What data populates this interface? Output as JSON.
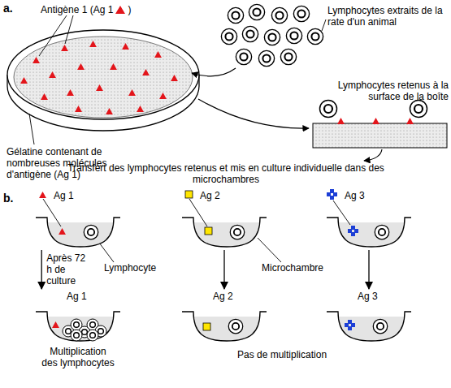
{
  "diagram": {
    "nodes": [
      {
        "text": [
          "Ag 1"
        ]
      },
      {
        "text": [
          "Ag 2"
        ]
      },
      {
        "text": [
          "Ag 3"
        ]
      },
      {
        "text": [
          "Ag 1",
          "Multiplication des lymphocytes"
        ]
      },
      {
        "text": [
          "Ag 2"
        ]
      },
      {
        "text": [
          "Ag 3"
        ]
      }
    ],
    "edges": [
      {
        "from": 0,
        "to": 3,
        "arrow": "to",
        "label": "Après 72 h de culture"
      },
      {
        "from": 1,
        "to": 4,
        "arrow": "to"
      },
      {
        "from": 2,
        "to": 5,
        "arrow": "to"
      }
    ],
    "labels": [
      "a.",
      "Antigène 1 (Ag 1",
      ")",
      "Lymphocytes extraits de la rate d'un animal",
      "Lymphocytes retenus à la surface de la boîte",
      "Gélatine contenant de nombreuses molécules d'antigène (Ag 1)",
      "Transfert des lymphocytes retenus et mis en culture individuelle dans des microchambres",
      "b.",
      "Lymphocyte",
      "Microchambre",
      "Pas de multiplication"
    ]
  }
}
